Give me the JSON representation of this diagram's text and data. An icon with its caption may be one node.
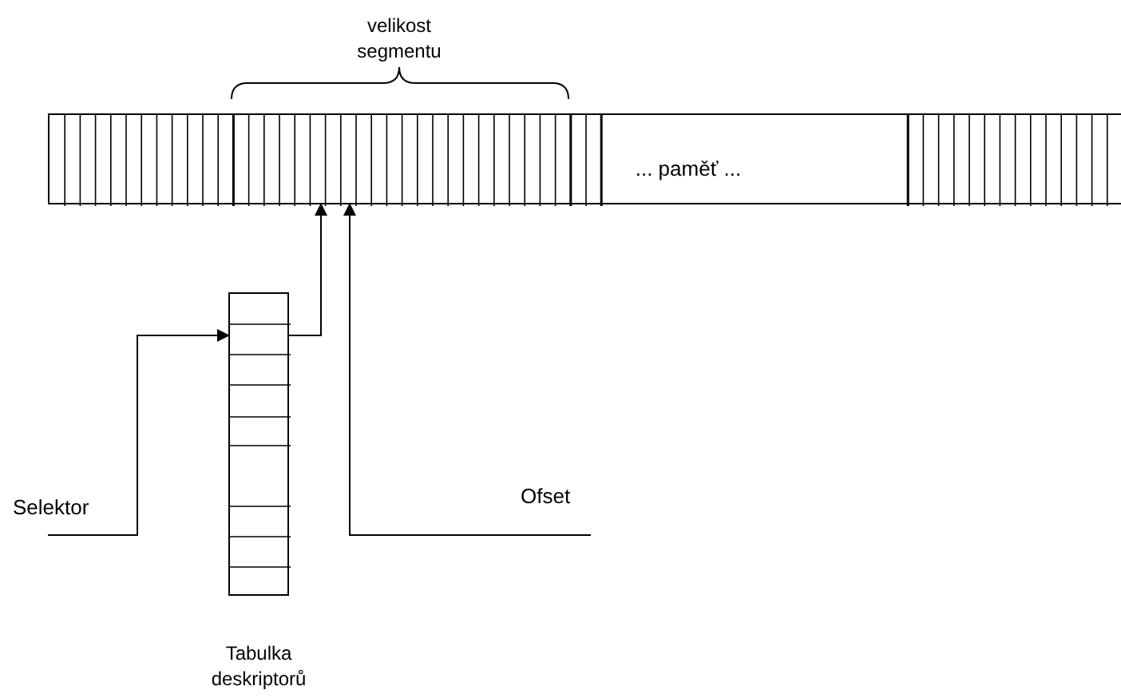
{
  "diagram": {
    "nodes": [
      {
        "text": [
          "... paměť ..."
        ]
      },
      {
        "text": [],
        "shape": "box",
        "beside": [
          "Tabulka deskriptorů"
        ]
      },
      {
        "text": [
          "Selektor"
        ]
      },
      {
        "text": [
          "Ofset"
        ]
      }
    ],
    "edges": [
      {
        "from": 2,
        "to": 1,
        "arrow": "to"
      },
      {
        "from": 1,
        "to": 0,
        "arrow": "to"
      },
      {
        "from": 3,
        "to": 0,
        "arrow": "to"
      }
    ],
    "labels": [
      "velikost segmentu"
    ]
  }
}
